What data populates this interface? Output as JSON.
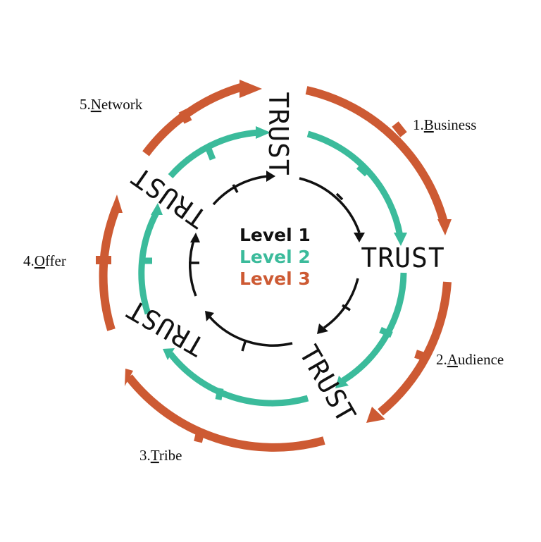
{
  "colors": {
    "level1": "#111111",
    "level2": "#3bbb9b",
    "level3": "#cd5a33"
  },
  "trust_word": "TRUST",
  "legend": {
    "level1": "Level 1",
    "level2": "Level 2",
    "level3": "Level 3"
  },
  "stages": {
    "business": {
      "number": "1.",
      "initial": "B",
      "rest": "usiness"
    },
    "audience": {
      "number": "2.",
      "initial": "A",
      "rest": "udience"
    },
    "tribe": {
      "number": "3.",
      "initial": "T",
      "rest": "ribe"
    },
    "offer": {
      "number": "4.",
      "initial": "O",
      "rest": "ffer"
    },
    "network": {
      "number": "5.",
      "initial": "N",
      "rest": "etwork"
    }
  }
}
